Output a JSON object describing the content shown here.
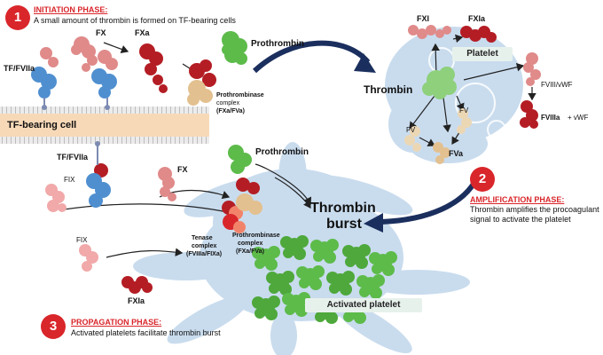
{
  "phases": [
    {
      "number": "1",
      "title": "INITIATION PHASE:",
      "desc": "A small amount of thrombin is formed on TF-bearing cells"
    },
    {
      "number": "2",
      "title": "AMPLIFICATION PHASE:",
      "desc1": "Thrombin amplifies the procoagulant",
      "desc2": "signal to activate the platelet"
    },
    {
      "number": "3",
      "title": "PROPAGATION PHASE:",
      "desc": "Activated platelets facilitate thrombin burst"
    }
  ],
  "initiation": {
    "fx": "FX",
    "fxa": "FXa",
    "prothrombin": "Prothrombin",
    "tf_fviia": "TF/FVIIa",
    "prothrombinase_1": "Prothrombinase",
    "prothrombinase_2": "complex",
    "prothrombinase_3": "(FXa/FVa)",
    "cell_label": "TF-bearing cell"
  },
  "amplification": {
    "fxi": "FXI",
    "fxia": "FXIa",
    "platelet": "Platelet",
    "thrombin": "Thrombin",
    "fviii_vwf": "FVIII/vWF",
    "fviiia": "FVIIIa",
    "plus_vwf": "+ vWF",
    "fv_1": "FV",
    "fv_2": "FV",
    "fva": "FVa"
  },
  "propagation": {
    "tf_fviia": "TF/FVIIa",
    "fix_1": "FIX",
    "fx": "FX",
    "prothrombin": "Prothrombin",
    "tenase_1": "Tenase",
    "tenase_2": "complex",
    "tenase_3": "(FVIIIa/FIXa)",
    "prothrombinase_1": "Prothrombinase",
    "prothrombinase_2": "complex",
    "prothrombinase_3": "(FXa/FVa)",
    "fix_2": "FIX",
    "fxia": "FXIa",
    "burst_1": "Thrombin",
    "burst_2": "burst",
    "activated_platelet": "Activated platelet"
  },
  "colors": {
    "phase_red": "#d9262b",
    "arrow_navy": "#1b2f5e",
    "thrombin_green": "#5dbb4a",
    "fx_pink": "#e08a8a",
    "fxa_red": "#b41d24",
    "tf_blue": "#4f8fd0",
    "fva_tan": "#e3c08f",
    "cell_band": "#f7d9b8",
    "platelet_blue": "#c9dcee"
  }
}
